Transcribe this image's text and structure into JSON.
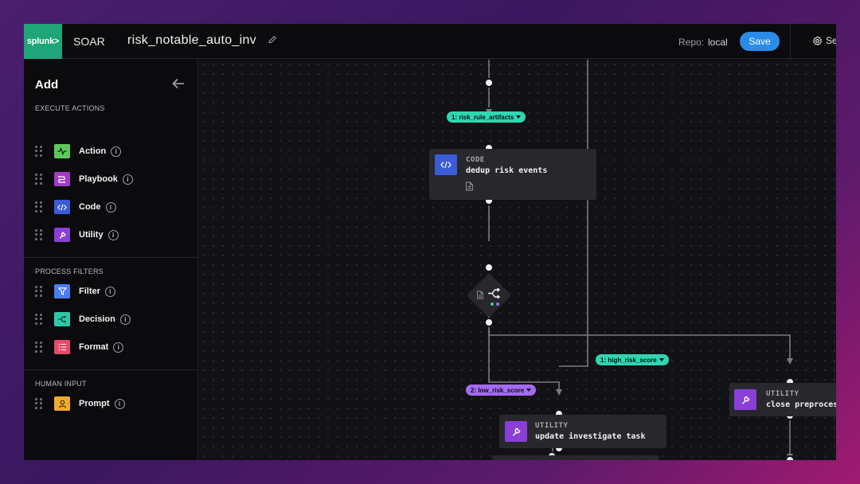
{
  "topbar": {
    "logo": "splunk>",
    "brand": "SOAR",
    "title": "risk_notable_auto_inv",
    "repo_label": "Repo:",
    "repo_value": "local",
    "save_label": "Save",
    "settings_label": "Se"
  },
  "sidebar": {
    "title": "Add",
    "sections": [
      {
        "header": "EXECUTE ACTIONS",
        "items": [
          {
            "label": "Action",
            "icon": "action-icon",
            "color": "#5cc85a"
          },
          {
            "label": "Playbook",
            "icon": "playbook-icon",
            "color": "#a03cc8"
          },
          {
            "label": "Code",
            "icon": "code-icon",
            "color": "#3b5cd6"
          },
          {
            "label": "Utility",
            "icon": "utility-icon",
            "color": "#8a3fd6"
          }
        ]
      },
      {
        "header": "PROCESS FILTERS",
        "items": [
          {
            "label": "Filter",
            "icon": "filter-icon",
            "color": "#4a7df0"
          },
          {
            "label": "Decision",
            "icon": "decision-icon",
            "color": "#2fc6a8"
          },
          {
            "label": "Format",
            "icon": "format-icon",
            "color": "#e64a6a"
          }
        ]
      },
      {
        "header": "HUMAN INPUT",
        "items": [
          {
            "label": "Prompt",
            "icon": "prompt-icon",
            "color": "#f0a830"
          }
        ]
      }
    ]
  },
  "canvas": {
    "pills": [
      {
        "label": "1: risk_rule_artifacts",
        "color": "#2fd6b0"
      },
      {
        "label": "1: high_risk_score",
        "color": "#2fd6b0"
      },
      {
        "label": "2: low_risk_score",
        "color": "#a46af0"
      }
    ],
    "nodes": [
      {
        "type": "CODE",
        "name": "dedup risk events",
        "icon": "code-icon",
        "color": "#3b5cd6"
      },
      {
        "type": "UTILITY",
        "name": "update investigate task",
        "icon": "utility-icon",
        "color": "#8a3fd6"
      },
      {
        "type": "UTILITY",
        "name": "close preprocess",
        "icon": "utility-icon",
        "color": "#8a3fd6"
      }
    ],
    "decision": {
      "icon": "decision-icon",
      "dots": [
        "#2fd6b0",
        "#a46af0"
      ]
    }
  }
}
